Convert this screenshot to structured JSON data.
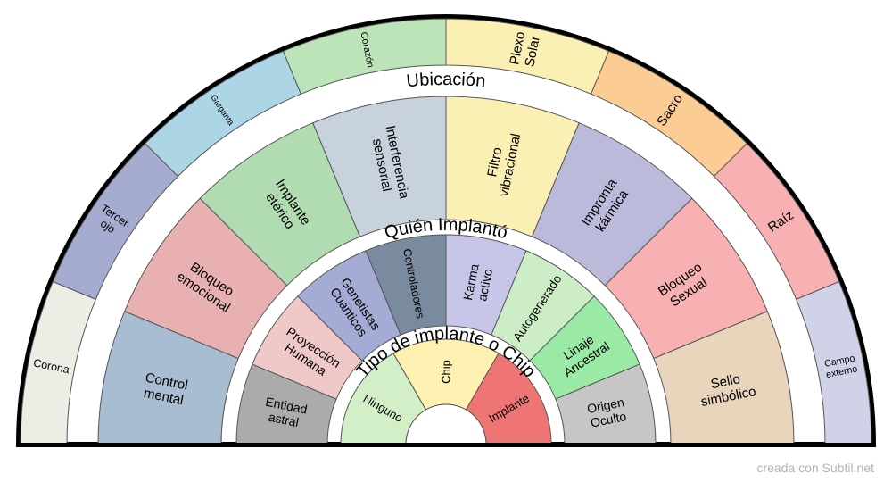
{
  "rings": [
    {
      "id": "ubicacion",
      "title": "Ubicación",
      "segments": [
        {
          "label": "Corona",
          "color": "#ecede5"
        },
        {
          "label": "Tercer ojo",
          "color": "#a6acd0"
        },
        {
          "label": "Garganta",
          "color": "#acd6e6"
        },
        {
          "label": "Corazón",
          "color": "#bde3b9"
        },
        {
          "label": "Plexo Solar",
          "color": "#fbf0b3"
        },
        {
          "label": "Sacro",
          "color": "#fbcc93"
        },
        {
          "label": "Raíz",
          "color": "#f7b1b2"
        },
        {
          "label": "Campo externo",
          "color": "#d0d2e8"
        }
      ]
    },
    {
      "id": "quien-implanto",
      "title": "Quién Implantó",
      "segments": [
        {
          "label": "Control mental",
          "color": "#a8bdd1"
        },
        {
          "label": "Bloqueo emocional",
          "color": "#e8b0b1"
        },
        {
          "label": "Implante etérico",
          "color": "#b1dbb0"
        },
        {
          "label": "Interferencia sensorial",
          "color": "#c7d2dd"
        },
        {
          "label": "Filtro vibracional",
          "color": "#fbf0b3"
        },
        {
          "label": "Impronta kármica",
          "color": "#bcbadb"
        },
        {
          "label": "Bloqueo Sexual",
          "color": "#f7b1b2"
        },
        {
          "label": "Sello simbólico",
          "color": "#e8d5bb"
        }
      ]
    },
    {
      "id": "tipo-implante",
      "title": "Tipo de implante o Chip",
      "segments": [
        {
          "label": "Entidad astral",
          "color": "#ababab"
        },
        {
          "label": "Proyección Humana",
          "color": "#efc8c8"
        },
        {
          "label": "Genetistas Cuánticos",
          "color": "#a4abd4"
        },
        {
          "label": "Controladores",
          "color": "#7a8ba0"
        },
        {
          "label": "Karma activo",
          "color": "#c8c6e8"
        },
        {
          "label": "Autogenerado",
          "color": "#cdedc6"
        },
        {
          "label": "Linaje Ancestral",
          "color": "#9aeaa6"
        },
        {
          "label": "Origen Oculto",
          "color": "#c6c6c6"
        }
      ]
    },
    {
      "id": "centro",
      "title": "",
      "segments": [
        {
          "label": "Ninguno",
          "color": "#d3efc8"
        },
        {
          "label": "Chip",
          "color": "#fdf0b0"
        },
        {
          "label": "Implante",
          "color": "#ef7575"
        }
      ]
    }
  ],
  "credit": "creada con Subtil.net"
}
